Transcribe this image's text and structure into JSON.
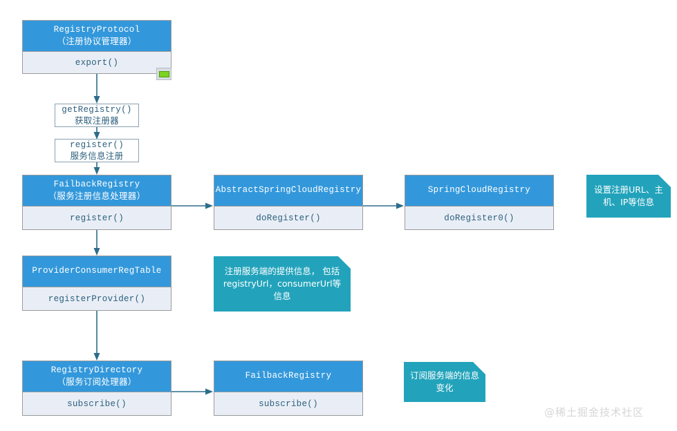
{
  "diagram": {
    "title": "Dubbo Spring Cloud Registry Flow",
    "colors": {
      "header_blue": "#3398db",
      "body_light": "#e9eef6",
      "note_teal": "#22a3bb",
      "connector": "#2d6d8b",
      "text_dark": "#2c5f7c",
      "badge_green": "#7ed321",
      "watermark_grey": "#d6d6d6",
      "canvas": "#ffffff"
    },
    "classes": [
      {
        "id": "registry-protocol",
        "name": "RegistryProtocol",
        "subtitle": "（注册协议管理器）",
        "method": "export()"
      },
      {
        "id": "failback-registry",
        "name": "FailbackRegistry",
        "subtitle": "（服务注册信息处理器）",
        "method": "register()"
      },
      {
        "id": "abstract-spring-cloud-registry",
        "name": "AbstractSpringCloudRegistry",
        "subtitle": "",
        "method": "doRegister()"
      },
      {
        "id": "spring-cloud-registry",
        "name": "SpringCloudRegistry",
        "subtitle": "",
        "method": "doRegister0()"
      },
      {
        "id": "provider-consumer-reg-table",
        "name": "ProviderConsumerRegTable",
        "subtitle": "",
        "method": "registerProvider()"
      },
      {
        "id": "registry-directory",
        "name": "RegistryDirectory",
        "subtitle": "（服务订阅处理器）",
        "method": "subscribe()"
      },
      {
        "id": "failback-registry-subscribe",
        "name": "FailbackRegistry",
        "subtitle": "",
        "method": "subscribe()"
      }
    ],
    "steps": [
      {
        "id": "get-registry",
        "line1": "getRegistry()",
        "line2": "获取注册器"
      },
      {
        "id": "register",
        "line1": "register()",
        "line2": "服务信息注册"
      }
    ],
    "notes": [
      {
        "id": "note-register-url",
        "text": "设置注册URL、主机、IP等信息"
      },
      {
        "id": "note-provider-info",
        "text": "注册服务端的提供信息， 包括registryUrl，consumerUrl等信息"
      },
      {
        "id": "note-subscribe-change",
        "text": "订阅服务端的信息变化"
      }
    ],
    "badge": {
      "id": "status-badge",
      "icon": "green-pill-icon"
    },
    "watermark": {
      "text": "@稀土掘金技术社区"
    }
  }
}
